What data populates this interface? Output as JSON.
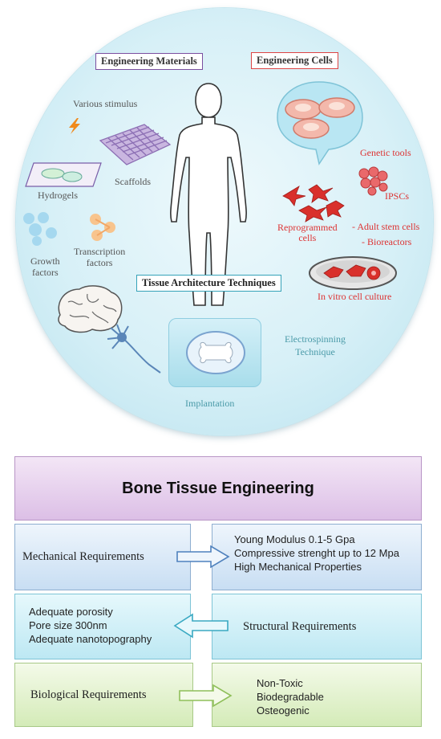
{
  "diagram": {
    "titles": {
      "engineering_materials": "Engineering Materials",
      "engineering_cells": "Engineering Cells",
      "tissue_architecture": "Tissue Architecture Techniques"
    },
    "labels": {
      "various_stimulus": "Various stimulus",
      "scaffolds": "Scaffolds",
      "hydrogels": "Hydrogels",
      "transcription_1": "Transcription",
      "transcription_2": "factors",
      "growth_1": "Growth",
      "growth_2": "factors",
      "genetic_tools": "Genetic tools",
      "ipscs": "IPSCs",
      "reprogrammed_1": "Reprogrammed",
      "reprogrammed_2": "cells",
      "adult_stem": "- Adult stem cells",
      "bioreactors": "- Bioreactors",
      "in_vitro": "In vitro cell culture",
      "electrospinning_1": "Electrospinning",
      "electrospinning_2": "Technique",
      "implantation": "Implantation"
    }
  },
  "table": {
    "header": "Bone Tissue Engineering",
    "mechanical": {
      "label": "Mechanical Requirements",
      "items": [
        "Young Modulus 0.1-5 Gpa",
        "Compressive strenght up to 12 Mpa",
        "High Mechanical Properties"
      ]
    },
    "structural": {
      "label": "Structural Requirements",
      "items": [
        "Adequate porosity",
        "Pore size 300nm",
        "Adequate nanotopography"
      ]
    },
    "biological": {
      "label": "Biological Requirements",
      "items": [
        "Non-Toxic",
        "Biodegradable",
        "Osteogenic"
      ]
    }
  },
  "colors": {
    "purple_border": "#7b4fa0",
    "red_border": "#d44",
    "teal_border": "#35a2b8",
    "red_cells": "#d9302b"
  }
}
